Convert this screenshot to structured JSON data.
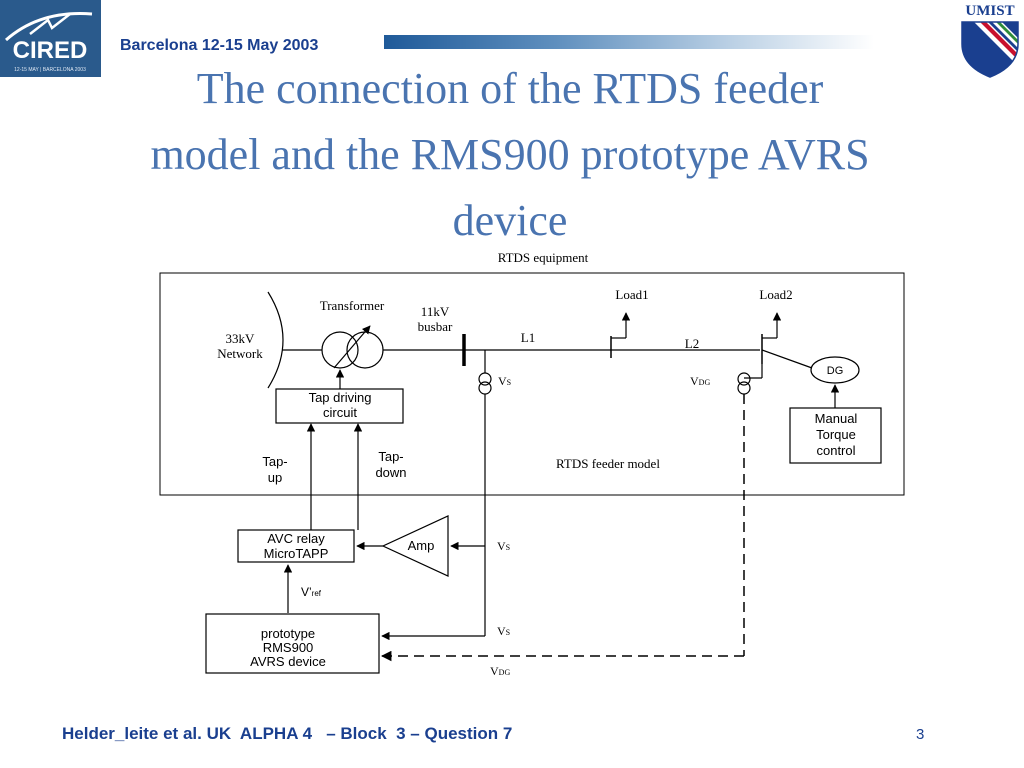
{
  "header": {
    "logo_text": "CIRED",
    "logo_subtext": "12-15 MAY | BARCELONA 2003",
    "date_text": "Barcelona  12-15 May 2003",
    "umist_text": "UMIST"
  },
  "title": {
    "line1": "The connection of the RTDS feeder",
    "line2": "model and the RMS900 prototype AVRS",
    "line3": "device"
  },
  "diagram": {
    "rtds_equipment": "RTDS equipment",
    "network": [
      "33kV",
      "Network"
    ],
    "transformer": "Transformer",
    "busbar": [
      "11kV",
      "busbar"
    ],
    "l1": "L1",
    "l2": "L2",
    "load1": "Load1",
    "load2": "Load2",
    "dg": "DG",
    "vs": "V",
    "vs_sub": "S",
    "vdg": "V",
    "vdg_sub": "DG",
    "tap_driving": [
      "Tap driving",
      "circuit"
    ],
    "manual_torque": [
      "Manual",
      "Torque",
      "control"
    ],
    "tap_up": [
      "Tap-",
      "up"
    ],
    "tap_down": [
      "Tap-",
      "down"
    ],
    "feeder_model": "RTDS feeder model",
    "avc_relay": [
      "AVC relay",
      "MicroTAPP"
    ],
    "amp": "Amp",
    "vref": "V’",
    "vref_sub": "ref",
    "prototype": [
      "prototype",
      "RMS900",
      "AVRS device"
    ]
  },
  "footer": {
    "text": "Helder_leite et al. UK  ALPHA 4   – Block  3 – Question 7",
    "page": "3"
  }
}
